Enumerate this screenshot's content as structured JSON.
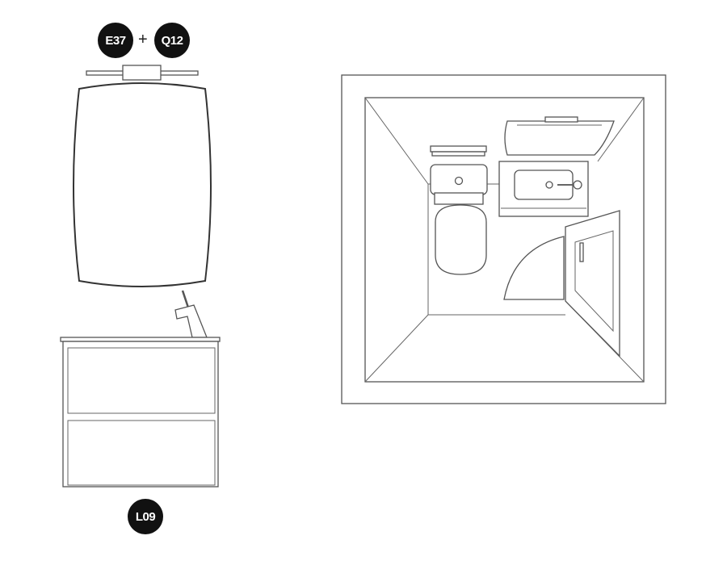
{
  "badges": {
    "mirror_code": "E37",
    "light_code": "Q12",
    "plus_sign": "+",
    "cabinet_code": "L09"
  },
  "colors": {
    "badge_fill": "#111111",
    "badge_text": "#ffffff",
    "line": "#555555"
  }
}
